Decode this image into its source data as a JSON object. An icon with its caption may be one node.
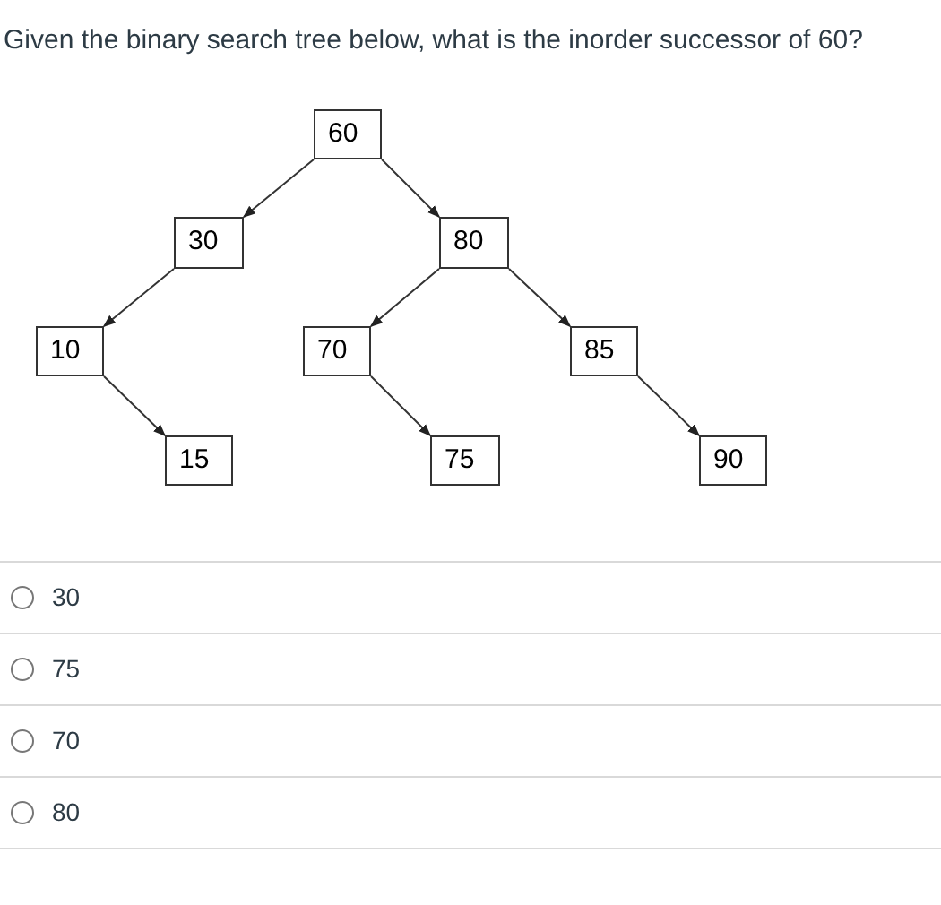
{
  "diagram": {
    "title": "Given the binary search tree below, what is the inorder successor of 60?",
    "nodes": [
      {
        "text": [
          "60"
        ]
      },
      {
        "text": [
          "30"
        ]
      },
      {
        "text": [
          "80"
        ]
      },
      {
        "text": [
          "10"
        ]
      },
      {
        "text": [
          "70"
        ]
      },
      {
        "text": [
          "85"
        ]
      },
      {
        "text": [
          "15"
        ]
      },
      {
        "text": [
          "75"
        ]
      },
      {
        "text": [
          "90"
        ]
      }
    ],
    "edges": [
      {
        "from": 0,
        "to": 1,
        "arrow": "to"
      },
      {
        "from": 0,
        "to": 2,
        "arrow": "to"
      },
      {
        "from": 1,
        "to": 3,
        "arrow": "to"
      },
      {
        "from": 2,
        "to": 4,
        "arrow": "to"
      },
      {
        "from": 2,
        "to": 5,
        "arrow": "to"
      },
      {
        "from": 3,
        "to": 6,
        "arrow": "to"
      },
      {
        "from": 4,
        "to": 7,
        "arrow": "to"
      },
      {
        "from": 5,
        "to": 8,
        "arrow": "to"
      }
    ],
    "labels": [
      "30",
      "75",
      "70",
      "80"
    ]
  }
}
